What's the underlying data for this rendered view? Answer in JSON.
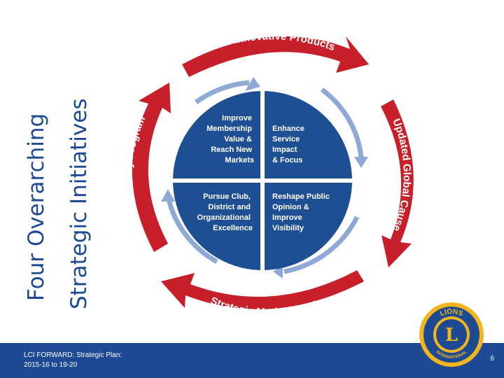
{
  "title": {
    "line1": "Four Overarching",
    "line2": "Strategic Initiatives"
  },
  "cycle": {
    "top": "New Innovative Products",
    "right": "Updated Global Cause",
    "bottom": "Strategic Marketing Plan",
    "left": "Total Quality Program"
  },
  "quadrants": {
    "top_left": [
      "Improve",
      "Membership",
      "Value &",
      "Reach New",
      "Markets"
    ],
    "top_right": [
      "Enhance",
      "Service",
      "Impact",
      "& Focus"
    ],
    "bottom_left": [
      "Pursue Club,",
      "District and",
      "Organizational",
      "Excellence"
    ],
    "bottom_right": [
      "Reshape Public",
      "Opinion &",
      "Improve",
      "Visibility"
    ]
  },
  "footer": {
    "line1": "LCI FORWARD: Strategic Plan:",
    "line2": "2015-16 to 19-20",
    "page_number": "6"
  },
  "logo": {
    "text_top": "LIONS",
    "text_bottom": "INTERNATIONAL",
    "letter": "L"
  },
  "colors": {
    "title": "#1d4a93",
    "arrow_red": "#c8202a",
    "circle_blue": "#1f4f93",
    "ring_blue": "#8fa9d6",
    "footer_bar": "#1d4a93",
    "logo_gold": "#f2b51e"
  }
}
